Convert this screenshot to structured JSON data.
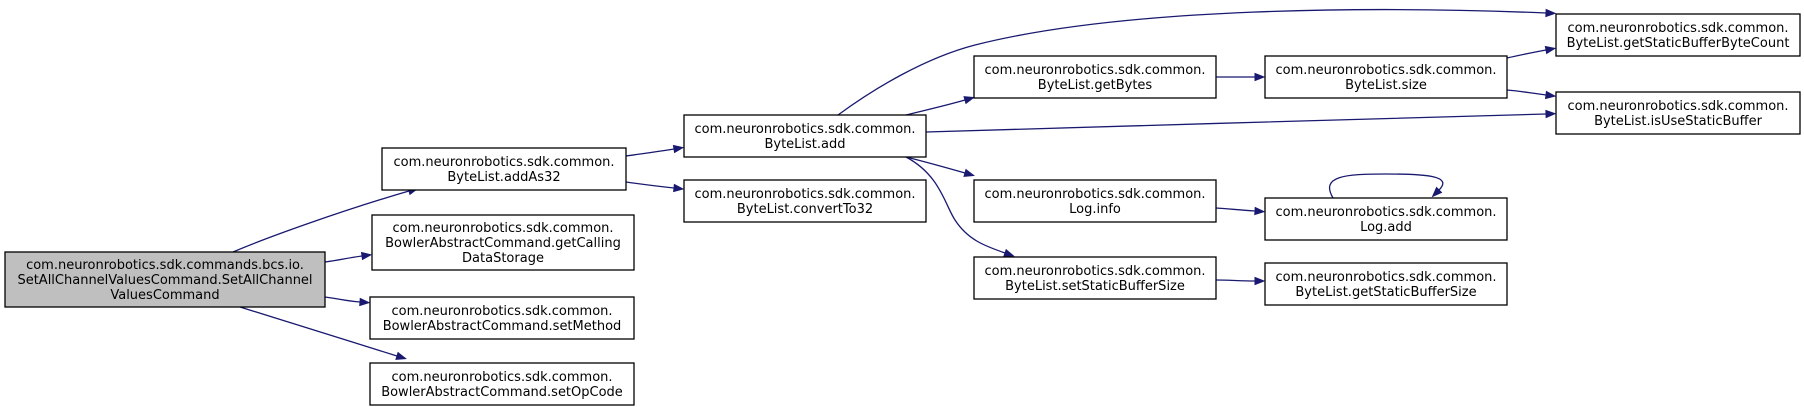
{
  "colors": {
    "edge": "#191970",
    "node_border": "#000000",
    "node_fill": "#ffffff",
    "root_fill": "#bfbfbf"
  },
  "nodes": [
    {
      "id": "root",
      "lines": [
        "com.neuronrobotics.sdk.commands.bcs.io.",
        "SetAllChannelValuesCommand.SetAllChannel",
        "ValuesCommand"
      ],
      "highlighted": true
    },
    {
      "id": "addAs32",
      "lines": [
        "com.neuronrobotics.sdk.common.",
        "ByteList.addAs32"
      ]
    },
    {
      "id": "getCallingDataStorage",
      "lines": [
        "com.neuronrobotics.sdk.common.",
        "BowlerAbstractCommand.getCalling",
        "DataStorage"
      ]
    },
    {
      "id": "setMethod",
      "lines": [
        "com.neuronrobotics.sdk.common.",
        "BowlerAbstractCommand.setMethod"
      ]
    },
    {
      "id": "setOpCode",
      "lines": [
        "com.neuronrobotics.sdk.common.",
        "BowlerAbstractCommand.setOpCode"
      ]
    },
    {
      "id": "add",
      "lines": [
        "com.neuronrobotics.sdk.common.",
        "ByteList.add"
      ]
    },
    {
      "id": "convertTo32",
      "lines": [
        "com.neuronrobotics.sdk.common.",
        "ByteList.convertTo32"
      ]
    },
    {
      "id": "getBytes",
      "lines": [
        "com.neuronrobotics.sdk.common.",
        "ByteList.getBytes"
      ]
    },
    {
      "id": "logInfo",
      "lines": [
        "com.neuronrobotics.sdk.common.",
        "Log.info"
      ]
    },
    {
      "id": "setStaticBufferSize",
      "lines": [
        "com.neuronrobotics.sdk.common.",
        "ByteList.setStaticBufferSize"
      ]
    },
    {
      "id": "size",
      "lines": [
        "com.neuronrobotics.sdk.common.",
        "ByteList.size"
      ]
    },
    {
      "id": "logAdd",
      "lines": [
        "com.neuronrobotics.sdk.common.",
        "Log.add"
      ]
    },
    {
      "id": "getStaticBufferSize",
      "lines": [
        "com.neuronrobotics.sdk.common.",
        "ByteList.getStaticBufferSize"
      ]
    },
    {
      "id": "getStaticBufferByteCount",
      "lines": [
        "com.neuronrobotics.sdk.common.",
        "ByteList.getStaticBufferByteCount"
      ]
    },
    {
      "id": "isUseStaticBuffer",
      "lines": [
        "com.neuronrobotics.sdk.common.",
        "ByteList.isUseStaticBuffer"
      ]
    }
  ],
  "edges": [
    {
      "from": "root",
      "to": "addAs32"
    },
    {
      "from": "root",
      "to": "getCallingDataStorage"
    },
    {
      "from": "root",
      "to": "setMethod"
    },
    {
      "from": "root",
      "to": "setOpCode"
    },
    {
      "from": "addAs32",
      "to": "add"
    },
    {
      "from": "addAs32",
      "to": "convertTo32"
    },
    {
      "from": "add",
      "to": "getStaticBufferByteCount"
    },
    {
      "from": "add",
      "to": "getBytes"
    },
    {
      "from": "add",
      "to": "isUseStaticBuffer"
    },
    {
      "from": "add",
      "to": "logInfo"
    },
    {
      "from": "add",
      "to": "setStaticBufferSize"
    },
    {
      "from": "getBytes",
      "to": "size"
    },
    {
      "from": "size",
      "to": "getStaticBufferByteCount"
    },
    {
      "from": "size",
      "to": "isUseStaticBuffer"
    },
    {
      "from": "logInfo",
      "to": "logAdd"
    },
    {
      "from": "logAdd",
      "to": "logAdd"
    },
    {
      "from": "setStaticBufferSize",
      "to": "getStaticBufferSize"
    }
  ]
}
